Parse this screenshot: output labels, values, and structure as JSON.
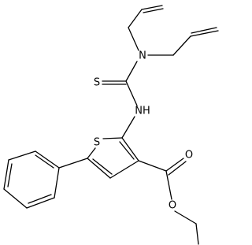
{
  "diagram": {
    "atoms": {
      "N_amine": "N",
      "S_thiocarbonyl": "S",
      "NH": "NH",
      "S_ring": "S",
      "O_ester": "O",
      "O_carbonyl": "O"
    }
  }
}
